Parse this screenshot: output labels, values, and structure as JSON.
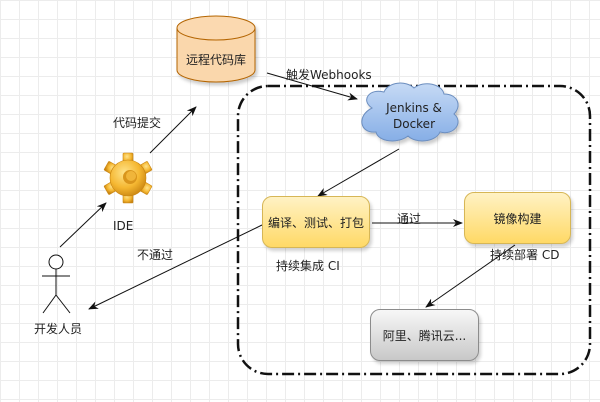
{
  "nodes": {
    "repo": {
      "label": "远程代码库",
      "fill": "#fad7ac",
      "stroke": "#b46504"
    },
    "jenkins": {
      "line1": "Jenkins &",
      "line2": "Docker",
      "fill": "#a9c4eb",
      "stroke": "#6c8ebf"
    },
    "ide": {
      "label": "IDE"
    },
    "developer": {
      "label": "开发人员"
    },
    "build": {
      "label": "编译、测试、打包"
    },
    "image": {
      "label": "镜像构建"
    },
    "cloud": {
      "label": "阿里、腾讯云..."
    }
  },
  "edges": {
    "commit": "代码提交",
    "webhook": "触发Webhooks",
    "pass": "通过",
    "fail": "不通过"
  },
  "groups": {
    "ci": "持续集成 CI",
    "cd": "持续部署 CD"
  }
}
